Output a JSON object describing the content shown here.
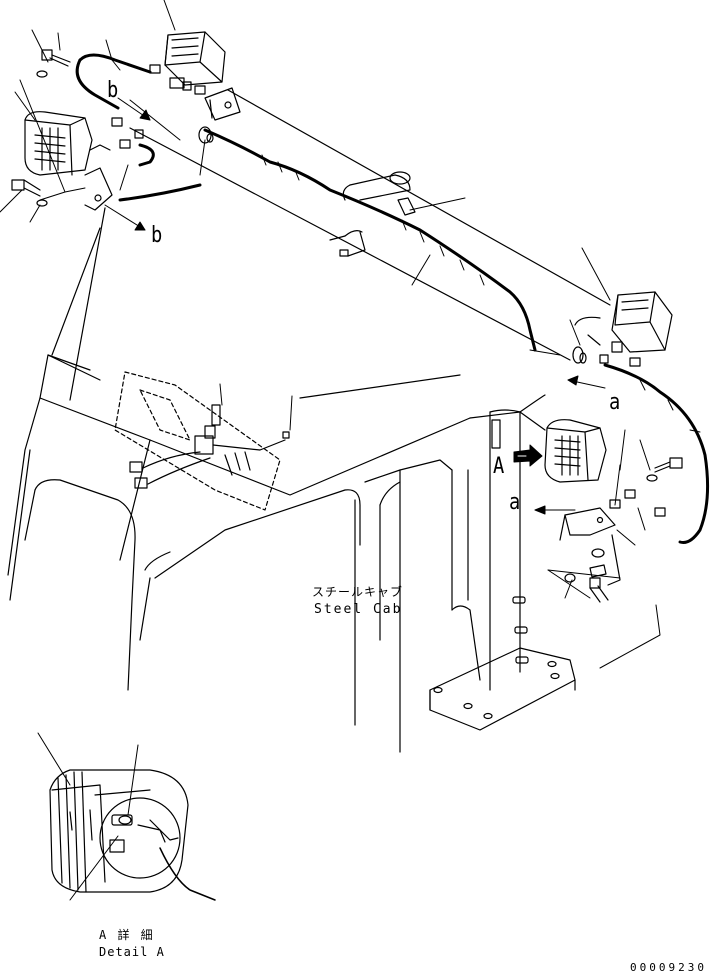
{
  "diagram": {
    "callouts": {
      "b_top": "b",
      "b_left": "b",
      "a_right_upper": "a",
      "a_right_lower": "a",
      "A_view": "A"
    },
    "cab_label": {
      "japanese": "スチールキャブ",
      "english": "Steel Cab"
    },
    "detail_label": {
      "japanese": "A 詳 細",
      "english": "Detail A"
    },
    "document_number": "00009230"
  }
}
